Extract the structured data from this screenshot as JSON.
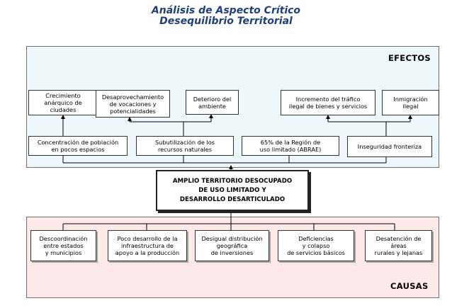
{
  "title": {
    "line1": "Análisis de Aspecto Crítico",
    "line2": "Desequilibrio Territorial"
  },
  "efectos": {
    "label": "EFECTOS",
    "top_boxes": [
      "Crecimiento\nanárquico de\nciudades",
      "Desaprovechamiento\nde vocaciones y\npotencialidades",
      "Deterioro del\nambiente",
      "Incremento del tráfico\nilegal de bienes y servicios",
      "Inmigración ilegal"
    ],
    "middle_boxes": [
      "Concentración de población\nen pocos espacios",
      "Subutilización de los\nrecursos naturales",
      "65% de la Región de\nuso limitado (ABRAE)",
      "Inseguridad fronteriza"
    ]
  },
  "central_problem": "AMPLIO TERRITORIO DESOCUPADO\nDE USO LIMITADO Y\nDESARROLLO DESARTICULADO",
  "causas": {
    "label": "CAUSAS",
    "boxes": [
      "Descoordinación\nentre estados\ny municipios",
      "Poco desarrollo de la\ninfraestructura de\napoyo a la producción",
      "Desigual distribución\ngeográfica\nde inversiones",
      "Deficiencias\ny colapso\nde servicios básicos",
      "Desatención de áreas\nrurales y lejanas"
    ]
  }
}
